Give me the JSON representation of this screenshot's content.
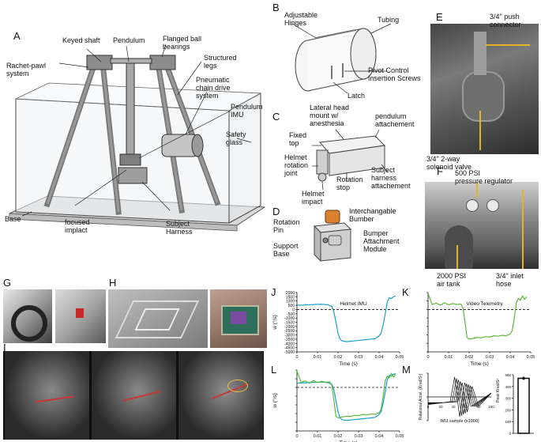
{
  "panels": {
    "a": {
      "letter": "A",
      "labels": {
        "keyed_shaft": "Keyed shaft",
        "pendulum": "Pendulum",
        "flanged_bearings": "Flanged ball\nbearings",
        "rachet_pawl": "Rachet-pawl\nsystem",
        "structured_legs": "Structured\nlegs",
        "pneumatic_chain": "Pneumatic\nchain drive\nsystem",
        "pendulum_imu": "Pendulum\nIMU",
        "safety_glass": "Safety\nglass",
        "base": "Base",
        "focused_impact": "focused\nimplact",
        "subject_harness": "Subject\nHarness"
      }
    },
    "b": {
      "letter": "B",
      "labels": {
        "adjustable_hinges": "Adjustable\nHinges",
        "tubing": "Tubing",
        "pivot_screws": "Pivot Control\nInsertion Screws",
        "latch": "Latch"
      }
    },
    "c": {
      "letter": "C",
      "labels": {
        "lateral_head_mount": "Lateral head\nmount w/\nanesthesia",
        "pendulum_attachment": "pendulum\nattachement",
        "fixed_top": "Fixed\ntop",
        "helmet_rotation": "Helmet\nrotation\njoint",
        "rotation_stop": "Rotation\nstop",
        "subject_harness": "Subject\nharness\nattachement",
        "helmet_impact": "Helmet\nimpact"
      }
    },
    "d": {
      "letter": "D",
      "labels": {
        "interchangeable_bumber": "Interchangable\nBumber",
        "rotation_pin": "Rotation\nPin",
        "bumper_attachment": "Bumper\nAttachment\nModule",
        "support_base": "Support\nBase"
      }
    },
    "e": {
      "letter": "E",
      "labels": {
        "push_connector": "3/4\" push\nconnector",
        "solenoid_valve": "3/4\" 2-way\nsolenoid valve"
      }
    },
    "f": {
      "letter": "F",
      "labels": {
        "pressure_regulator": "500 PSI\npressure regulator",
        "air_tank": "2000 PSI\nair tank",
        "inlet_hose": "3/4\" inlet\nhose"
      }
    },
    "g": {
      "letter": "G"
    },
    "h": {
      "letter": "H"
    },
    "i": {
      "letter": "I"
    },
    "j": {
      "letter": "J"
    },
    "k": {
      "letter": "K"
    },
    "l": {
      "letter": "L"
    },
    "m": {
      "letter": "M"
    }
  },
  "chart_data": [
    {
      "panel": "J",
      "type": "line",
      "annotation": "Helmet IMU",
      "xlabel": "Time (s)",
      "ylabel": "w (°/s)",
      "xlim": [
        0,
        0.05
      ],
      "ylim": [
        -5000,
        2000
      ],
      "xticks": [
        "0",
        "0.01",
        "0.02",
        "0.03",
        "0.04",
        "0.05"
      ],
      "yticks": [
        "2000",
        "1500",
        "1000",
        "500",
        "0",
        "-500",
        "-1000",
        "-1500",
        "-2000",
        "-2500",
        "-3000",
        "-3500",
        "-4000",
        "-4500",
        "-5000"
      ],
      "reference_line_y": 0,
      "color": "#1a9fc9",
      "series": [
        {
          "x": [
            0,
            0.003,
            0.006,
            0.009,
            0.012,
            0.015,
            0.017,
            0.018,
            0.019,
            0.02,
            0.021,
            0.022,
            0.024,
            0.026,
            0.028,
            0.03,
            0.032,
            0.034,
            0.036,
            0.038,
            0.039,
            0.04,
            0.041,
            0.042,
            0.043,
            0.044,
            0.045,
            0.046,
            0.047,
            0.048
          ],
          "y": [
            500,
            520,
            560,
            600,
            620,
            560,
            350,
            -300,
            -1500,
            -2800,
            -3500,
            -3700,
            -3800,
            -3750,
            -3700,
            -3650,
            -3600,
            -3550,
            -3500,
            -3450,
            -3300,
            -3100,
            -2800,
            -1800,
            -500,
            900,
            1400,
            1300,
            1500,
            1600
          ]
        }
      ]
    },
    {
      "panel": "K",
      "type": "line",
      "annotation": "Video Telemetry",
      "xlabel": "Time (s)",
      "xlim": [
        0,
        0.05
      ],
      "ylim": [
        -5000,
        2000
      ],
      "xticks": [
        "0",
        "0.01",
        "0.02",
        "0.03",
        "0.04",
        "0.05"
      ],
      "reference_line_y": 0,
      "color": "#5cb83a",
      "series": [
        {
          "x": [
            0,
            0.002,
            0.004,
            0.006,
            0.008,
            0.01,
            0.012,
            0.014,
            0.016,
            0.017,
            0.018,
            0.019,
            0.02,
            0.022,
            0.024,
            0.026,
            0.028,
            0.03,
            0.032,
            0.034,
            0.036,
            0.038,
            0.04,
            0.041,
            0.042,
            0.043,
            0.044,
            0.045,
            0.046,
            0.047,
            0.048
          ],
          "y": [
            1900,
            600,
            750,
            500,
            800,
            550,
            700,
            600,
            650,
            200,
            -1500,
            -3300,
            -3500,
            -3400,
            -3300,
            -3350,
            -3200,
            -3250,
            -3100,
            -3150,
            -3050,
            -3100,
            -2900,
            -2500,
            -1000,
            800,
            1300,
            1100,
            1600,
            1200,
            1500
          ]
        }
      ]
    },
    {
      "panel": "L",
      "type": "line",
      "xlabel": "Time (s)",
      "ylabel": "w (°/s)",
      "xlim": [
        0,
        0.05
      ],
      "ylim": [
        -5000,
        2000
      ],
      "xticks": [
        "0",
        "0.01",
        "0.02",
        "0.03",
        "0.04",
        "0.05"
      ],
      "reference_line_y": 0,
      "series": [
        {
          "source": "J",
          "color": "#1a9fc9"
        },
        {
          "source": "K",
          "color": "#5cb83a"
        }
      ]
    },
    {
      "panel": "M",
      "type": "line",
      "xlabel": "IMU sample (x1000)",
      "ylabel": "Rotational Accel. (Krad/S²)",
      "ylim": [
        -500,
        500
      ],
      "xlim": [
        0,
        100
      ],
      "xticks": [
        "0",
        "20",
        "40",
        "60",
        "80",
        "100"
      ],
      "yticks": [
        "500",
        "0",
        "-500"
      ],
      "series_count": 5,
      "color": "#111111"
    },
    {
      "panel": "M-inset",
      "type": "bar",
      "ylabel": "Peak Krad/S²",
      "ylim": [
        0,
        500
      ],
      "yticks": [
        "500",
        "400",
        "300",
        "200",
        "100",
        "0"
      ],
      "values": [
        470
      ],
      "error": [
        15
      ]
    }
  ]
}
